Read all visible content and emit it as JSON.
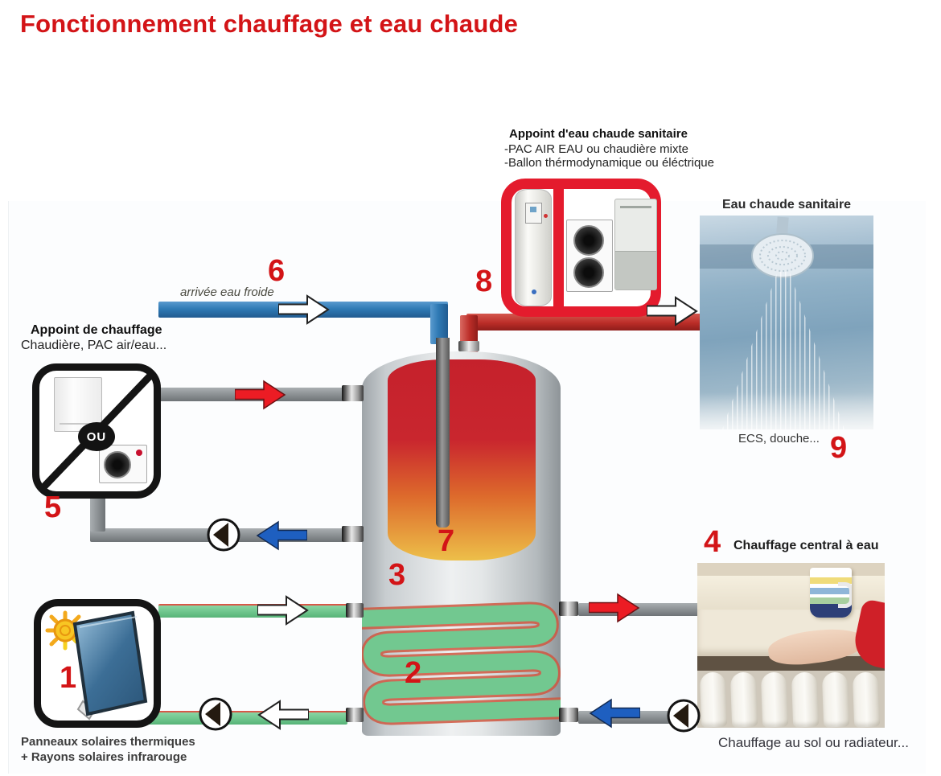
{
  "title": "Fonctionnement chauffage et eau chaude",
  "annotations": {
    "appoint_ecs": {
      "title": "Appoint d'eau chaude sanitaire",
      "line1": "-PAC AIR EAU ou chaudière mixte",
      "line2": "-Ballon thérmodynamique ou éléctrique"
    },
    "eau_chaude_sanitaire": "Eau chaude sanitaire",
    "arrivee_eau_froide": "arrivée eau froide",
    "appoint_chauffage": {
      "title": "Appoint de chauffage",
      "subtitle": "Chaudière, PAC air/eau..."
    },
    "ecs_douche": "ECS, douche...",
    "chauffage_central": "Chauffage central à eau",
    "chauffage_sol": "Chauffage au sol ou radiateur...",
    "panneaux_line1": "Panneaux solaires thermiques",
    "panneaux_line2": "+ Rayons solaires infrarouge",
    "ou": "OU"
  },
  "markers": {
    "m1": "1",
    "m2": "2",
    "m3": "3",
    "m4": "4",
    "m5": "5",
    "m6": "6",
    "m7": "7",
    "m8": "8",
    "m9": "9"
  },
  "colors": {
    "accent_red": "#d31417",
    "pipe_blue": "#2f7ab5",
    "pipe_grey": "#8f9497",
    "pipe_green": "#72c890",
    "pipe_red": "#bb2d28",
    "arrow_red": "#ec1c24",
    "arrow_blue": "#1e5fc0",
    "box_red_border": "#e41b2d"
  }
}
